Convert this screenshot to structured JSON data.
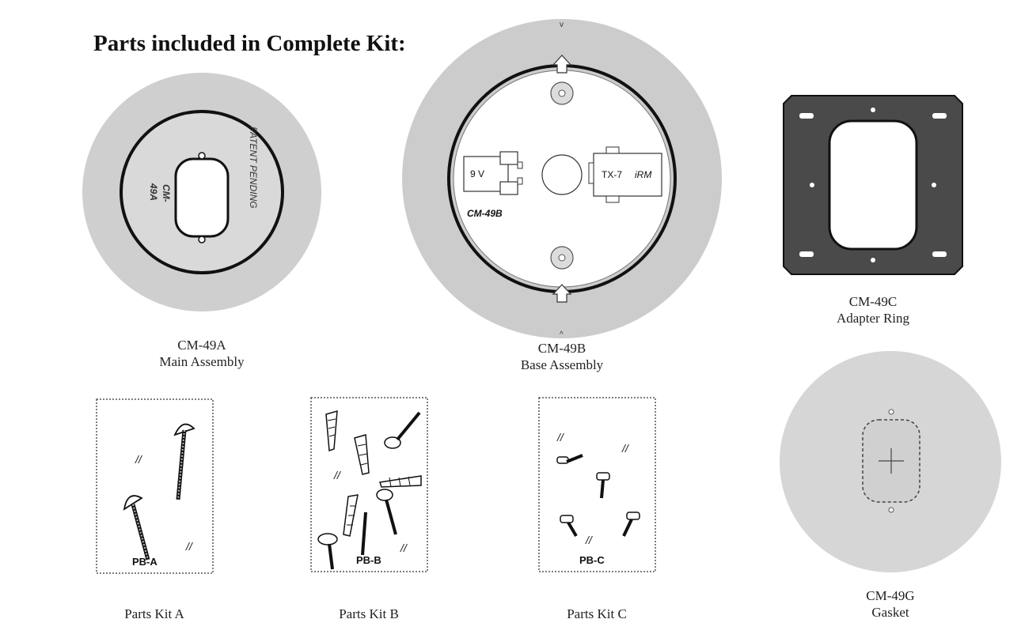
{
  "page": {
    "heading": "Parts included in Complete Kit:"
  },
  "colors": {
    "disc_fill": "#cfcfcf",
    "ring_stroke": "#111111",
    "adapter_fill": "#4a4a4a",
    "gasket_fill": "#d6d6d6",
    "dotted_border": "#555555"
  },
  "parts": {
    "main_assembly": {
      "code": "CM-49A",
      "name": "Main Assembly",
      "label_line1": "CM-",
      "label_line2": "49A",
      "stamp": "PATENT PENDING"
    },
    "base_assembly": {
      "code": "CM-49B",
      "name": "Base Assembly",
      "label": "CM-49B",
      "battery_label": "9 V",
      "module_label": "TX-7",
      "module_suffix": "iRM"
    },
    "adapter_ring": {
      "code": "CM-49C",
      "name": "Adapter Ring"
    },
    "gasket": {
      "code": "CM-49G",
      "name": "Gasket"
    },
    "kit_a": {
      "bag_label": "PB-A",
      "name": "Parts Kit A"
    },
    "kit_b": {
      "bag_label": "PB-B",
      "name": "Parts Kit B"
    },
    "kit_c": {
      "bag_label": "PB-C",
      "name": "Parts Kit C"
    }
  }
}
